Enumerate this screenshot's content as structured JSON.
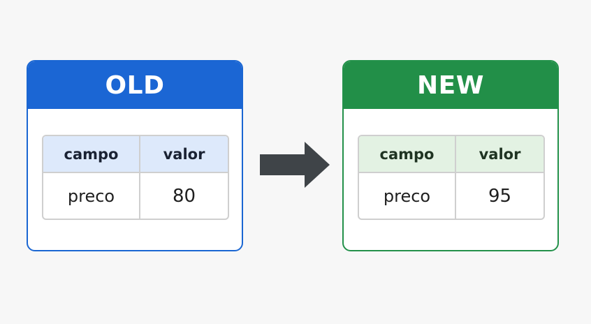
{
  "old_panel": {
    "title": "OLD",
    "color": "#1b66d4",
    "table": {
      "headers": [
        "campo",
        "valor"
      ],
      "row": [
        "preco",
        "80"
      ]
    }
  },
  "new_panel": {
    "title": "NEW",
    "color": "#228f48",
    "table": {
      "headers": [
        "campo",
        "valor"
      ],
      "row": [
        "preco",
        "95"
      ]
    }
  },
  "arrow": {
    "icon": "arrow-right-icon",
    "color": "#3f4448"
  }
}
